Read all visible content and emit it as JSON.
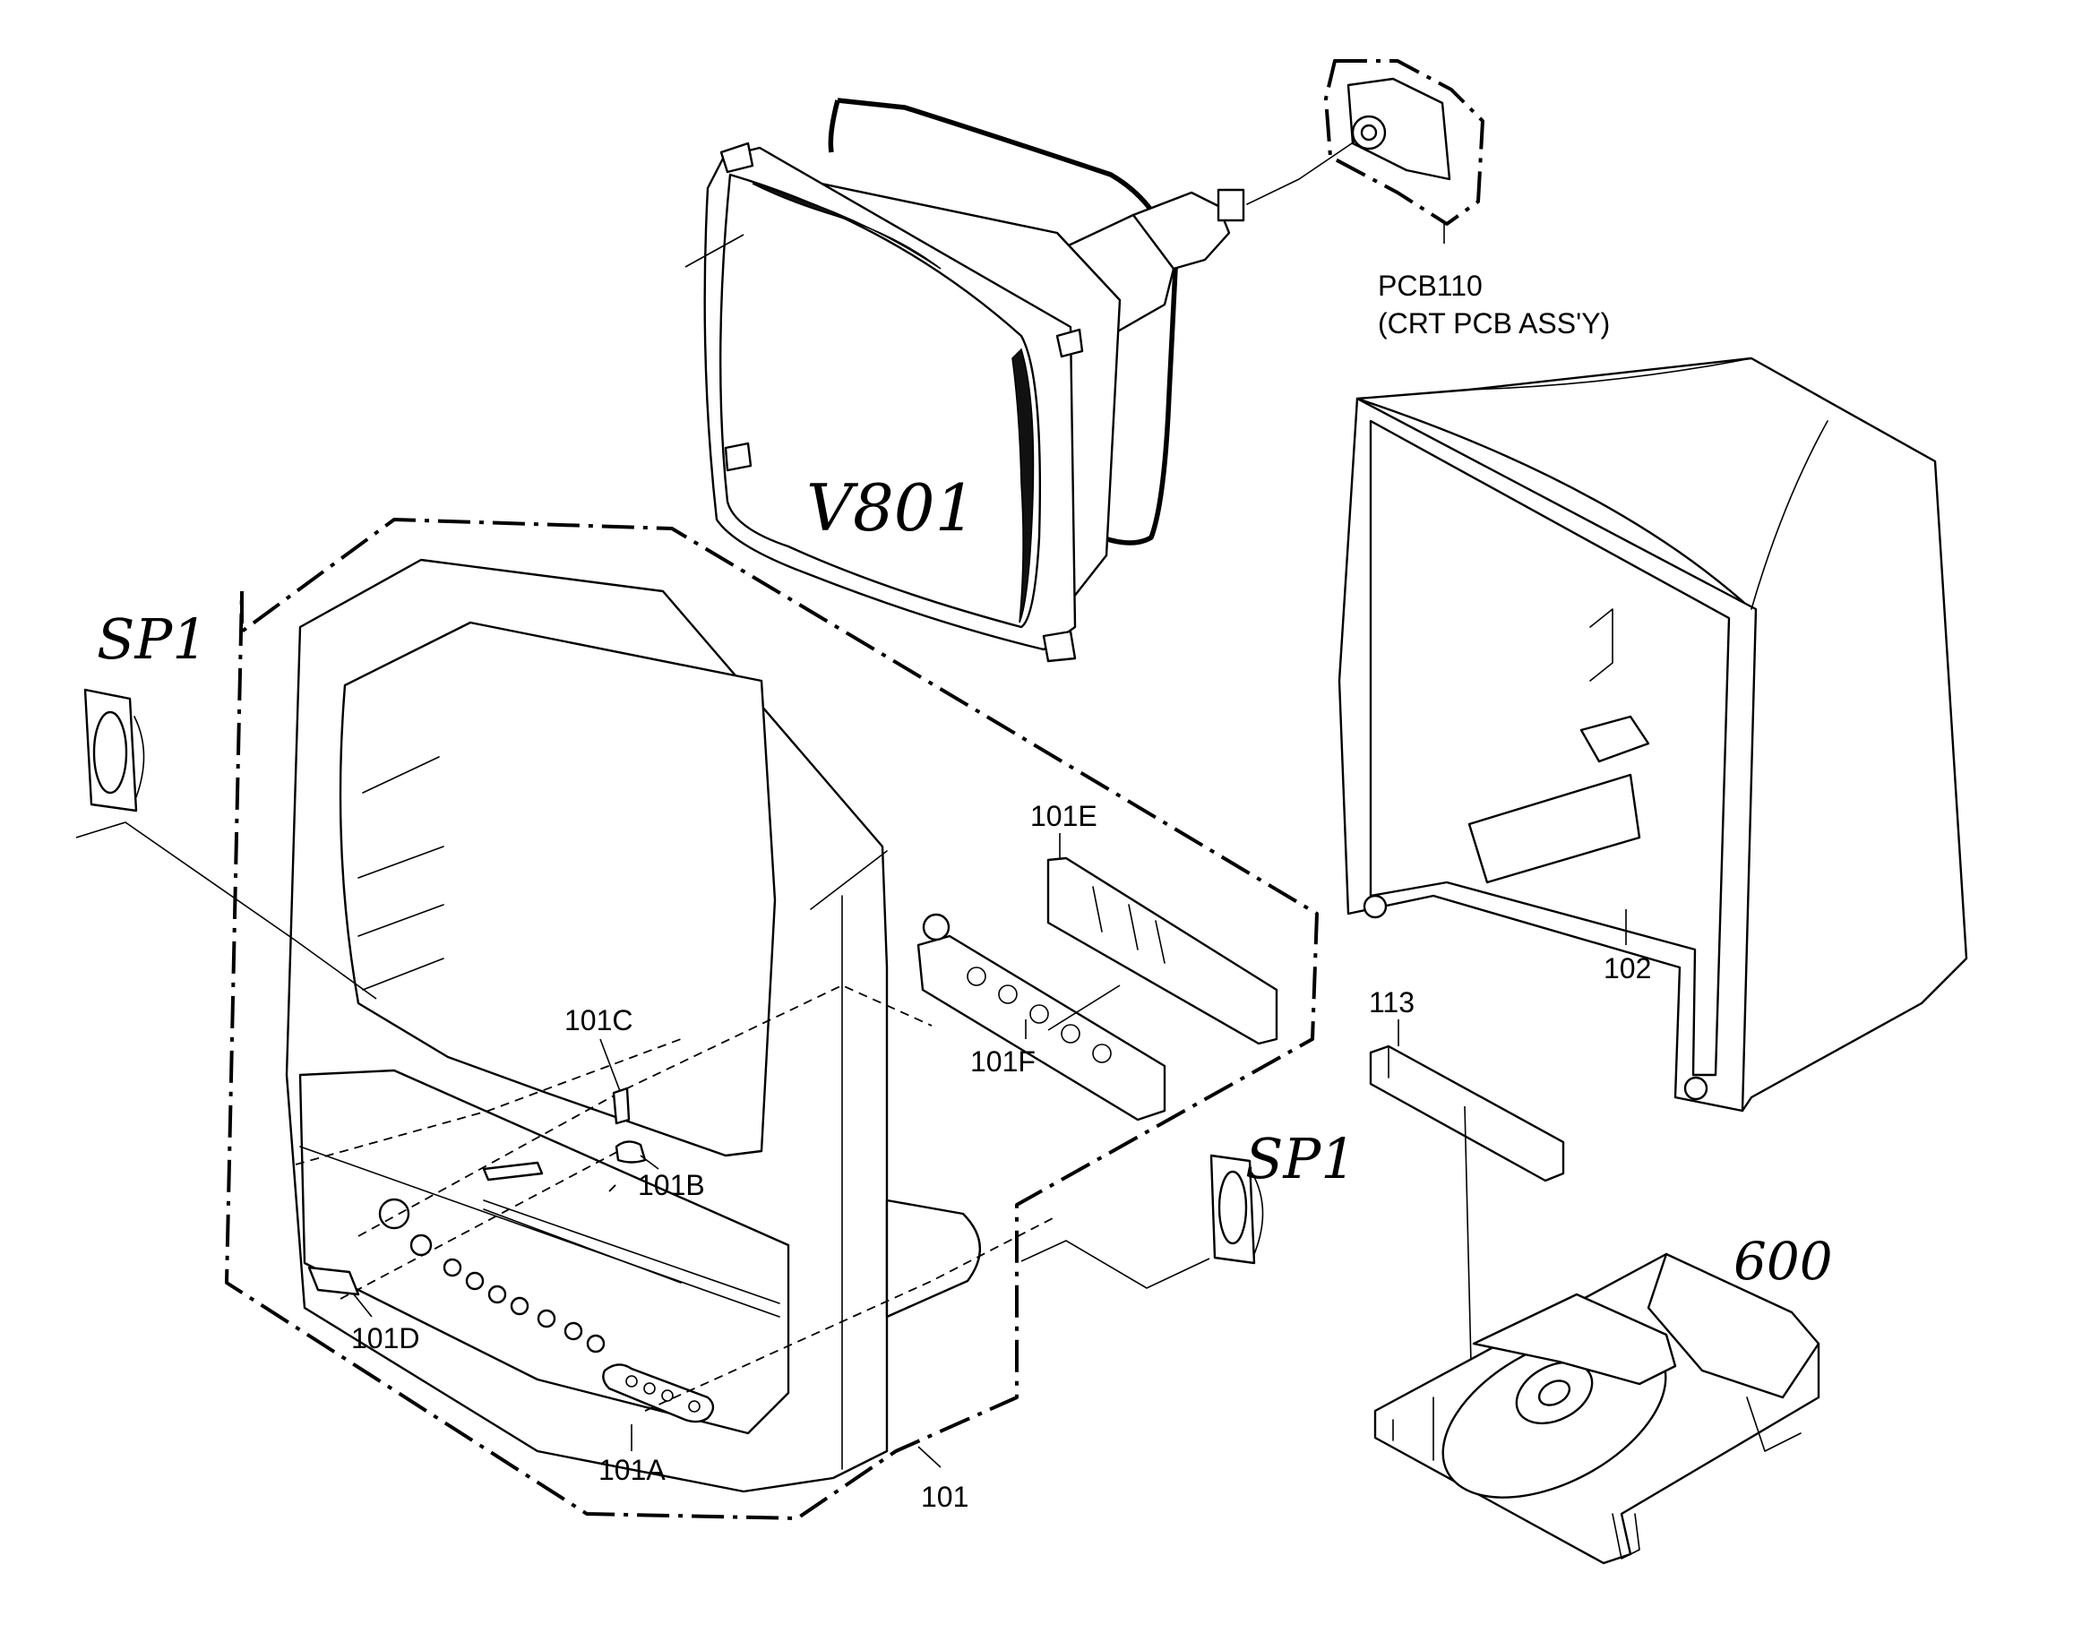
{
  "labels": {
    "pcb110": "PCB110",
    "pcb110_desc": "(CRT PCB ASS'Y)",
    "v801": "V801",
    "sp1_left": "SP1",
    "sp1_right": "SP1",
    "part_600": "600",
    "part_102": "102",
    "part_113": "113",
    "part_101": "101",
    "part_101a": "101A",
    "part_101b": "101B",
    "part_101c": "101C",
    "part_101d": "101D",
    "part_101e": "101E",
    "part_101f": "101F"
  }
}
